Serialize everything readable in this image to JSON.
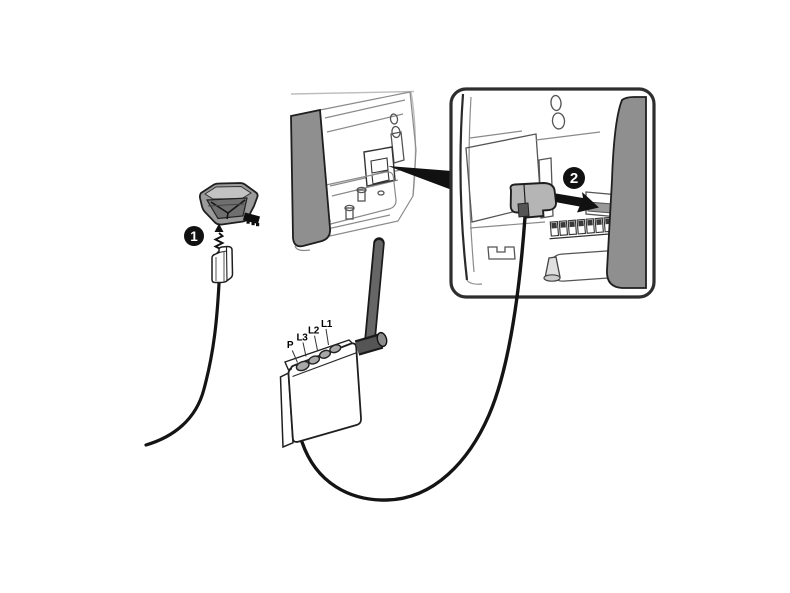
{
  "figure": {
    "type": "installation-diagram",
    "background": "#ffffff"
  },
  "steps": {
    "step1_badge": "1",
    "step2_badge": "2"
  },
  "receiver": {
    "labels": {
      "p": "P",
      "l3": "L3",
      "l2": "L2",
      "l1": "L1"
    }
  },
  "colors": {
    "panel_gray": "#8f8f8f",
    "housing_gray": "#9a9a9a",
    "housing_top_gray": "#c2c2c2",
    "recess_gray": "#6f6f6f",
    "plug_gray": "#b5b5b5",
    "antenna_gray": "#666666",
    "button_gray": "#a8a8a8",
    "badge_black": "#111111",
    "arrow_black": "#111111",
    "white": "#ffffff"
  }
}
